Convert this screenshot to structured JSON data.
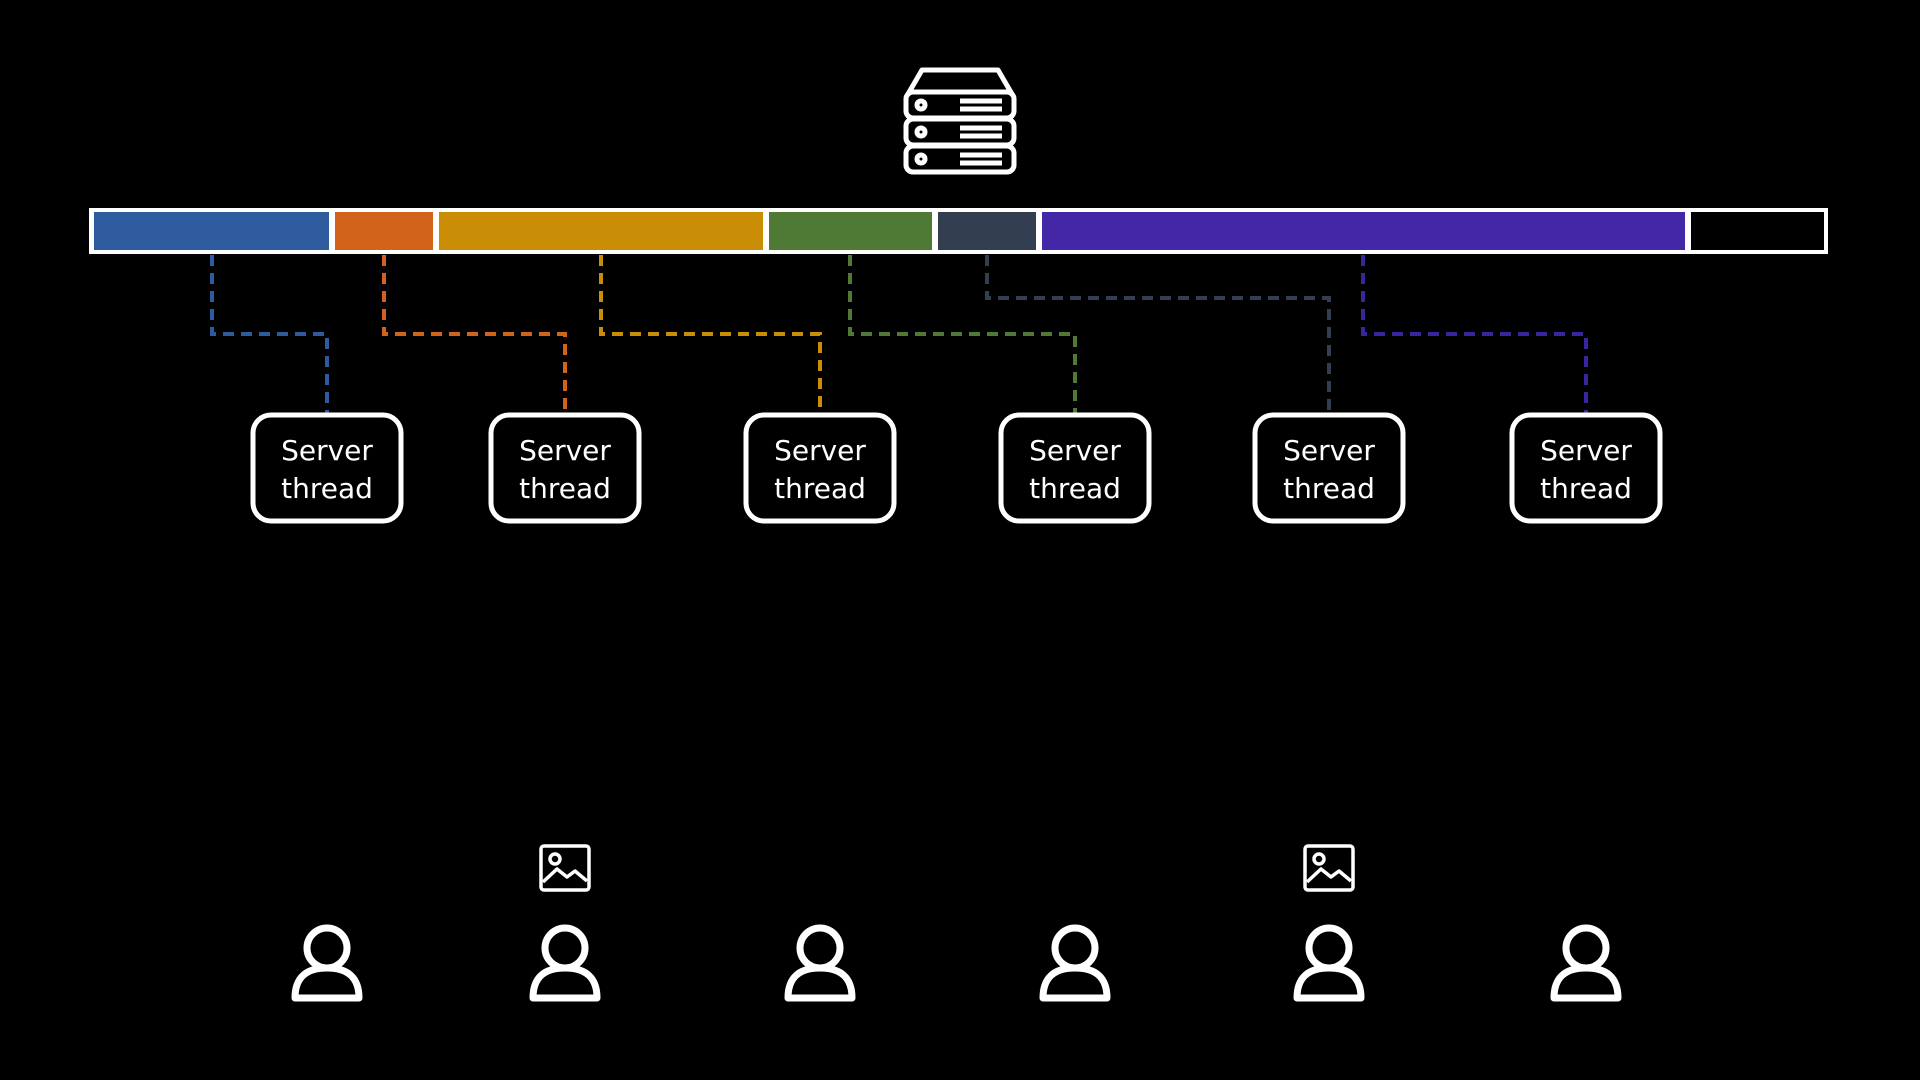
{
  "memory_bar": {
    "segments": [
      {
        "name": "blue",
        "color": "#2E5A9E"
      },
      {
        "name": "orange",
        "color": "#D2631A"
      },
      {
        "name": "amber",
        "color": "#C98E05"
      },
      {
        "name": "green",
        "color": "#4E7A35"
      },
      {
        "name": "slate",
        "color": "#333F50"
      },
      {
        "name": "purple",
        "color": "#4427A6"
      },
      {
        "name": "free",
        "color": "#000000"
      }
    ]
  },
  "threads": [
    {
      "line1": "Server",
      "line2": "thread",
      "connector_color": "#2E5A9E",
      "has_image": false
    },
    {
      "line1": "Server",
      "line2": "thread",
      "connector_color": "#D2631A",
      "has_image": true
    },
    {
      "line1": "Server",
      "line2": "thread",
      "connector_color": "#C98E05",
      "has_image": false
    },
    {
      "line1": "Server",
      "line2": "thread",
      "connector_color": "#4E7A35",
      "has_image": false
    },
    {
      "line1": "Server",
      "line2": "thread",
      "connector_color": "#333F50",
      "has_image": true
    },
    {
      "line1": "Server",
      "line2": "thread",
      "connector_color": "#3A24A0",
      "has_image": false
    }
  ],
  "icons": {
    "server": "server-icon",
    "user": "user-icon",
    "image": "image-icon"
  },
  "colors": {
    "background": "#000000",
    "foreground": "#FFFFFF"
  }
}
